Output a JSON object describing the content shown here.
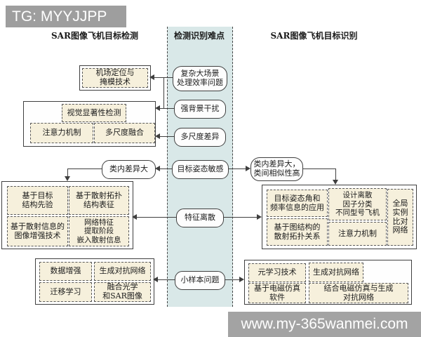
{
  "watermarks": {
    "top_left": "TG: MYYJJPP",
    "bottom_right": "www.my-365wanmei.com"
  },
  "headers": {
    "detection": "SAR图像飞机目标检测",
    "difficulties": "检测识别难点",
    "recognition": "SAR图像飞机目标识别"
  },
  "difficulty_nodes": {
    "complex_scene": "复杂大场景\n处理效率问题",
    "strong_clutter": "强背景干扰",
    "scale_difference": "多尺度差异",
    "pose_sensitivity": "目标姿态敏感",
    "feature_discreteness": "特征离散",
    "small_sample": "小样本问题"
  },
  "detection_side": {
    "airport_localization": "机场定位与\n掩模技术",
    "visual_saliency": "视觉显著性检测",
    "attention_mechanism": "注意力机制",
    "multiscale_fusion": "多尺度融合",
    "intra_class_variance": "类内差异大",
    "target_structure_prior": "基于目标\n结构先验",
    "scattering_topology_representation": "基于散射拓扑\n结构表征",
    "scattering_image_enhancement": "基于散射信息的\n图像增强技术",
    "network_feature_embedding": "网络特征\n提取阶段\n嵌入散射信息",
    "data_augmentation": "数据增强",
    "gan": "生成对抗网络",
    "transfer_learning": "迁移学习",
    "optical_sar_fusion": "融合光学\n和SAR图像"
  },
  "recognition_side": {
    "intra_inter_class": "类内差异大，\n类间相似性高",
    "pose_frequency_application": "目标姿态角和\n频率信息的应用",
    "discrete_factor_classification": "设计离散\n因子分类\n不同型号飞机",
    "global_instance_network": "全局\n实例\n比对\n网络",
    "graph_scattering_topology": "基于图结构的\n散射拓扑关系",
    "attention_mechanism": "注意力机制",
    "meta_learning": "元学习技术",
    "gan": "生成对抗网络",
    "em_simulation_software": "基于电磁仿真\n软件",
    "em_simulation_gan": "结合电磁仿真与生成\n对抗网络"
  },
  "colors": {
    "band_background": "#d9e8e8",
    "cell_fill": "#f6f0dc",
    "line": "#3f3f3f",
    "watermark_background": "#9e9e9e"
  }
}
